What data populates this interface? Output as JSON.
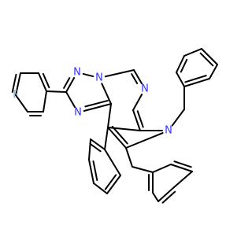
{
  "colors": {
    "bond": "#000000",
    "nitrogen": "#3333FF",
    "fluorine": "#7FA8CC"
  },
  "labels": {
    "n_triazole_top": "N",
    "n_triazole_bridge": "N",
    "n_triazole_left": "N",
    "n_pyrimidine": "N",
    "n_pyrrole": "N",
    "fluorine": "F"
  }
}
